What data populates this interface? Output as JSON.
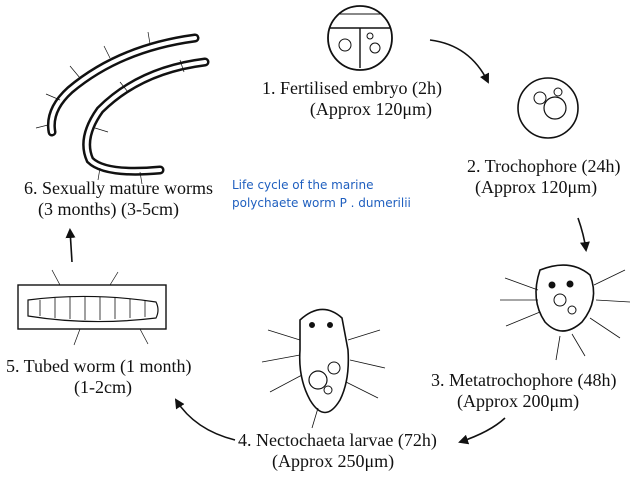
{
  "diagram": {
    "caption": {
      "line1": "Life cycle of the marine",
      "line2": "polychaete worm P . dumerilii",
      "color": "#1f5fbf"
    },
    "stages": [
      {
        "line1": "1. Fertilised embryo (2h)",
        "line2": "(Approx 120μm)"
      },
      {
        "line1": "2. Trochophore (24h)",
        "line2": "(Approx 120μm)"
      },
      {
        "line1": "3. Metatrochophore (48h)",
        "line2": "(Approx 200μm)"
      },
      {
        "line1": "4. Nectochaeta larvae (72h)",
        "line2": "(Approx 250μm)"
      },
      {
        "line1": "5. Tubed worm (1 month)",
        "line2": "(1-2cm)"
      },
      {
        "line1": "6. Sexually mature worms",
        "line2": "(3 months) (3-5cm)"
      }
    ],
    "ink_color": "#111111"
  }
}
